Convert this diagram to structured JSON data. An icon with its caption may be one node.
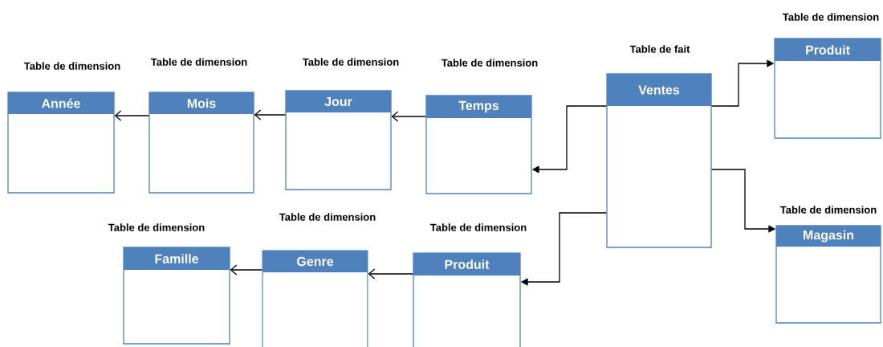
{
  "diagram": {
    "nodes": [
      {
        "text": [
          "Table de fait",
          "Ventes"
        ]
      },
      {
        "text": [
          "Table de dimension",
          "Produit"
        ]
      },
      {
        "text": [
          "Table de dimension",
          "Temps"
        ]
      },
      {
        "text": [
          "Table de dimension",
          "Jour"
        ]
      },
      {
        "text": [
          "Table de dimension",
          "Mois"
        ]
      },
      {
        "text": [
          "Table de dimension",
          "Année"
        ]
      },
      {
        "text": [
          "Table de dimension",
          "Magasin"
        ]
      },
      {
        "text": [
          "Table de dimension",
          "Produit"
        ]
      },
      {
        "text": [
          "Table de dimension",
          "Genre"
        ]
      },
      {
        "text": [
          "Table de dimension",
          "Famille"
        ]
      }
    ],
    "edges": [
      {
        "from": 0,
        "to": 2,
        "arrow": "to"
      },
      {
        "from": 0,
        "to": 1,
        "arrow": "to"
      },
      {
        "from": 0,
        "to": 6,
        "arrow": "to"
      },
      {
        "from": 0,
        "to": 7,
        "arrow": "to"
      },
      {
        "from": 2,
        "to": 3,
        "arrow": "to"
      },
      {
        "from": 3,
        "to": 4,
        "arrow": "to"
      },
      {
        "from": 4,
        "to": 5,
        "arrow": "to"
      },
      {
        "from": 7,
        "to": 8,
        "arrow": "to"
      },
      {
        "from": 8,
        "to": 9,
        "arrow": "to"
      }
    ]
  }
}
